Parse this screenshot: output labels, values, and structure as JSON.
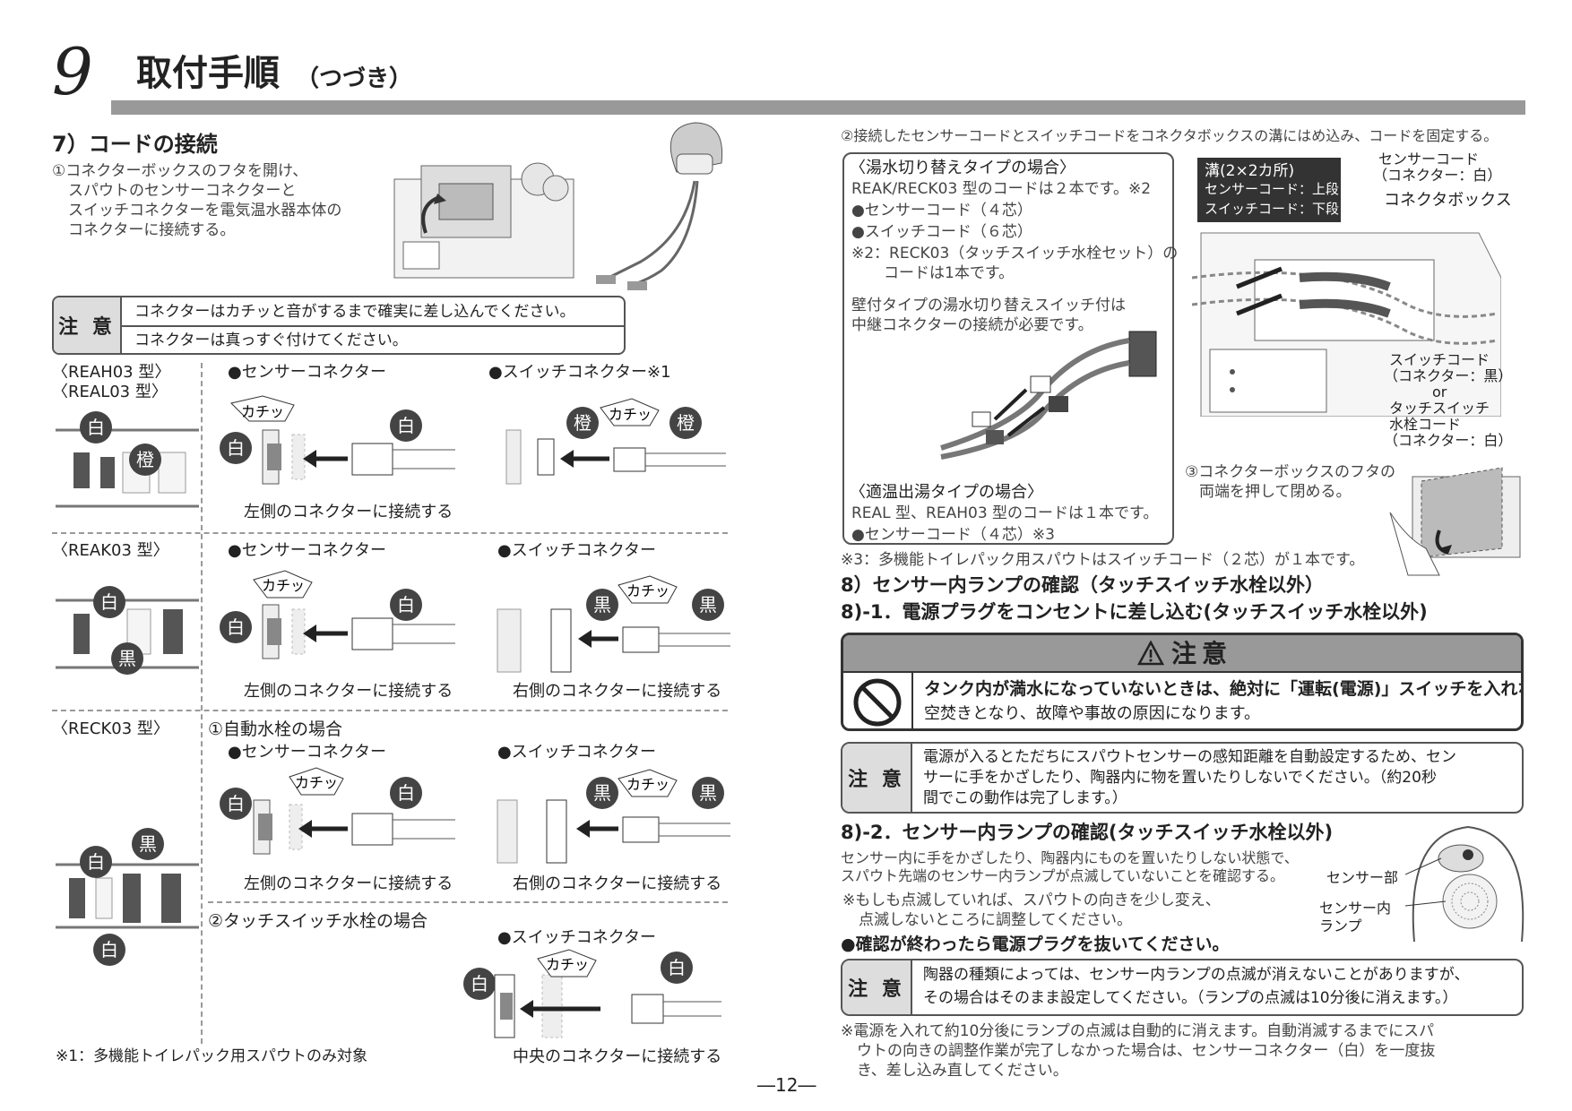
{
  "header": {
    "number": "9",
    "title": "取付手順",
    "subtitle": "（つづき）"
  },
  "left": {
    "section7": {
      "heading": "7）コードの接続",
      "step1": [
        "①コネクターボックスのフタを開け、",
        "スパウトのセンサーコネクターと",
        "スイッチコネクターを電気温水器本体の",
        "コネクターに接続する。"
      ]
    },
    "caution": {
      "tag": "注 意",
      "line1": "コネクターはカチッと音がするまで確実に差し込んでください。",
      "line2": "コネクターは真っすぐ付けてください。"
    },
    "rows": {
      "reah": {
        "model1": "〈REAH03 型〉",
        "model2": "〈REAL03 型〉",
        "sensor_label": "●センサーコネクター",
        "switch_label": "●スイッチコネクター※1",
        "sensor_caption": "左側のコネクターに接続する"
      },
      "reak": {
        "model": "〈REAK03 型〉",
        "sensor_label": "●センサーコネクター",
        "switch_label": "●スイッチコネクター",
        "sensor_caption": "左側のコネクターに接続する",
        "switch_caption": "右側のコネクターに接続する"
      },
      "reck": {
        "model": "〈RECK03 型〉",
        "case1": "①自動水栓の場合",
        "sensor_label": "●センサーコネクター",
        "switch_label": "●スイッチコネクター",
        "sensor_caption": "左側のコネクターに接続する",
        "switch_caption": "右側のコネクターに接続する",
        "case2": "②タッチスイッチ水栓の場合",
        "switch_label2": "●スイッチコネクター",
        "center_caption": "中央のコネクターに接続する"
      }
    },
    "labels": {
      "white": "白",
      "orange": "橙",
      "black": "黒",
      "click": "カチッ"
    },
    "footnote": "※1：多機能トイレパック用スパウトのみ対象"
  },
  "right": {
    "step2": "②接続したセンサーコードとスイッチコードをコネクタボックスの溝にはめ込み、コードを固定する。",
    "infobox": {
      "switch_type_title": "〈湯水切り替えタイプの場合〉",
      "switch_type_lines": [
        "REAK/RECK03 型のコードは２本です。※2",
        "●センサーコード（４芯）",
        "●スイッチコード（６芯）",
        "※2：RECK03（タッチスイッチ水栓セット）の",
        "コードは1本です。"
      ],
      "wall_lines": [
        "壁付タイプの湯水切り替えスイッチ付は",
        "中継コネクターの接続が必要です。"
      ],
      "mix_type_title": "〈適温出湯タイプの場合〉",
      "mix_type_lines": [
        "REAL 型、REAH03 型のコードは１本です。",
        "●センサーコード（４芯）※3"
      ]
    },
    "groove_box": [
      "溝(2×2カ所)",
      "センサーコード：上段",
      "スイッチコード：下段"
    ],
    "callouts": {
      "sensor_cord": [
        "センサーコード",
        "（コネクター：白）"
      ],
      "connector_box": "コネクタボックス",
      "switch_cord": [
        "スイッチコード",
        "（コネクター：黒）",
        "or",
        "タッチスイッチ",
        "水栓コード",
        "（コネクター：白）"
      ]
    },
    "step3": [
      "③コネクターボックスのフタの",
      "両端を押して閉める。"
    ],
    "note3": "※3：多機能トイレパック用スパウトはスイッチコード（２芯）が１本です。",
    "section8": "8）センサー内ランプの確認（タッチスイッチ水栓以外）",
    "section8_1": "8)-1．電源プラグをコンセントに差し込む(タッチスイッチ水栓以外)",
    "warning": {
      "title": "注意",
      "line1": "タンク内が満水になっていないときは、絶対に「運転(電源)」スイッチを入れない",
      "line2": "空焚きとなり、故障や事故の原因になります。"
    },
    "caution2": {
      "tag": "注 意",
      "lines": [
        "電源が入るとただちにスパウトセンサーの感知距離を自動設定するため、セン",
        "サーに手をかざしたり、陶器内に物を置いたりしないでください。（約20秒",
        "間でこの動作は完了します。）"
      ]
    },
    "section8_2": "8)-2．センサー内ランプの確認(タッチスイッチ水栓以外)",
    "check_lines": [
      "センサー内に手をかざしたり、陶器内にものを置いたりしない状態で、",
      "スパウト先端のセンサー内ランプが点滅していないことを確認する。"
    ],
    "blink_lines": [
      "※もしも点滅していれば、スパウトの向きを少し変え、",
      "点滅しないところに調整してください。"
    ],
    "unplug": "●確認が終わったら電源プラグを抜いてください。",
    "sensor_labels": {
      "part": "センサー部",
      "lamp": [
        "センサー内",
        "ランプ"
      ]
    },
    "caution3": {
      "tag": "注 意",
      "lines": [
        "陶器の種類によっては、センサー内ランプの点滅が消えないことがありますが、",
        "その場合はそのまま設定してください。（ランプの点滅は10分後に消えます。）"
      ]
    },
    "final_note": [
      "※電源を入れて約10分後にランプの点滅は自動的に消えます。自動消滅するまでにスパ",
      "ウトの向きの調整作業が完了しなかった場合は、センサーコネクター（白）を一度抜",
      "き、差し込み直してください。"
    ]
  },
  "page_number": "―12―"
}
